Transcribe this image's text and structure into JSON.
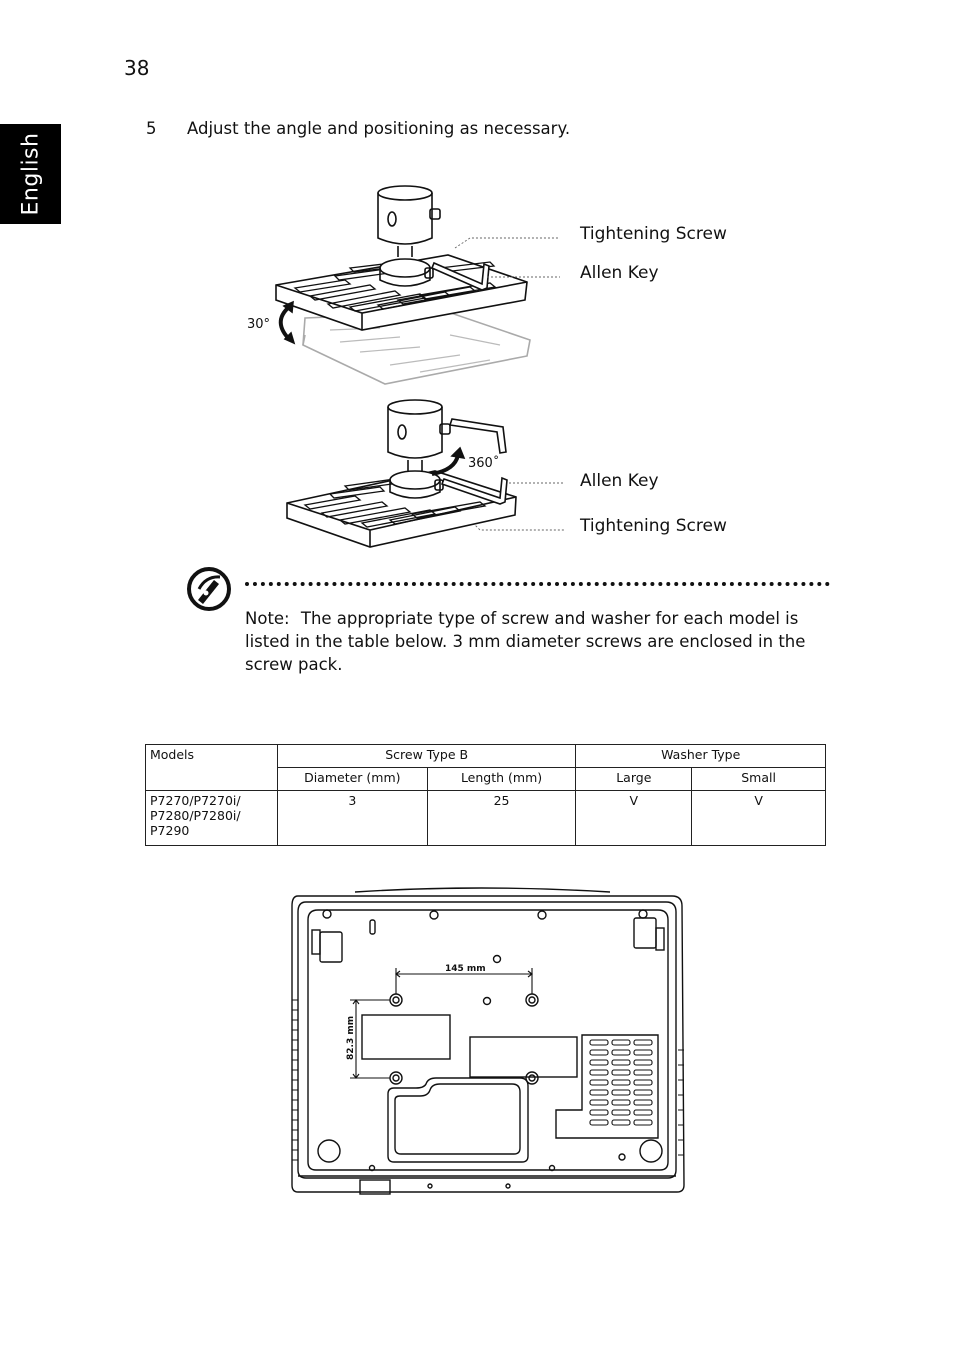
{
  "page": {
    "number": "38",
    "side_tab": "English"
  },
  "step": {
    "number": "5",
    "text": "Adjust the angle and positioning as necessary."
  },
  "figure_top": {
    "angle_label": "30°",
    "rotation_label": "360˚",
    "callouts": {
      "tightening_screw_1": "Tightening Screw",
      "allen_key_1": "Allen Key",
      "allen_key_2": "Allen Key",
      "tightening_screw_2": "Tightening Screw"
    }
  },
  "note": {
    "label": "Note:",
    "text": "The appropriate type of screw and washer for each model is listed in the table below. 3 mm diameter screws are enclosed in the screw pack."
  },
  "table": {
    "headers": {
      "models": "Models",
      "screw_type": "Screw Type B",
      "washer_type": "Washer Type",
      "diameter": "Diameter (mm)",
      "length": "Length (mm)",
      "large": "Large",
      "small": "Small"
    },
    "rows": [
      {
        "model_line1": "P7270/P7270i/",
        "model_line2": "P7280/P7280i/",
        "model_line3": "P7290",
        "diameter": "3",
        "length": "25",
        "large": "V",
        "small": "V"
      }
    ]
  },
  "figure_bottom": {
    "width_label": "145 mm",
    "height_label": "82.3 mm"
  }
}
